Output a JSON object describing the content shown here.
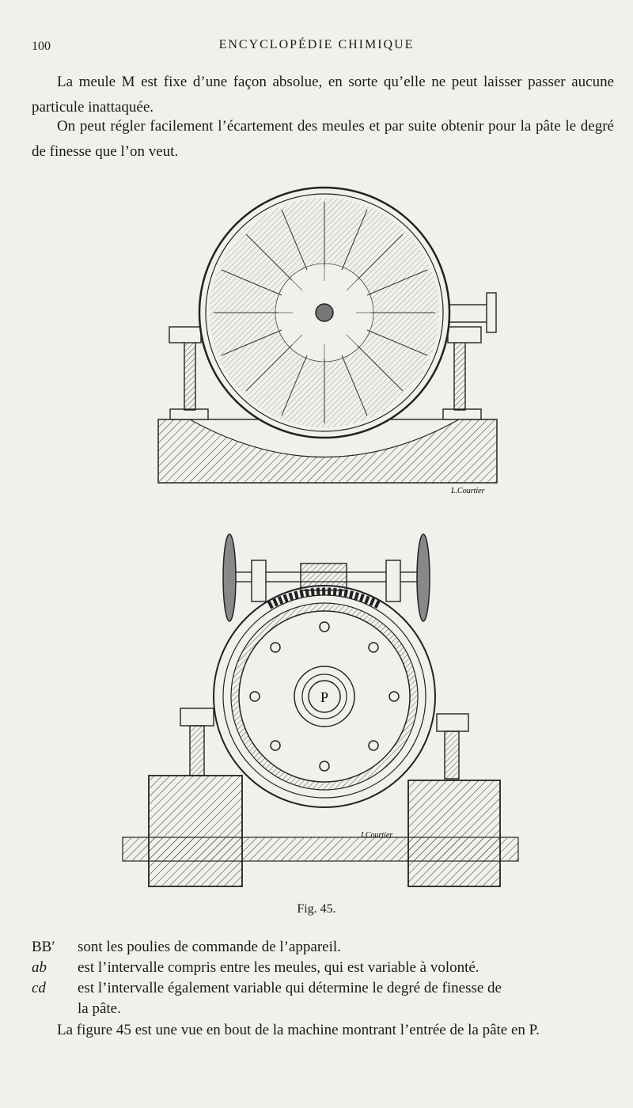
{
  "header": {
    "page_number": "100",
    "running_title": "ENCYCLOPÉDIE CHIMIQUE"
  },
  "paragraphs": [
    "La meule M est fixe d’une façon absolue, en sorte qu’elle ne peut laisser passer aucune particule inattaquée.",
    "On peut régler facilement l’écartement des meules et par suite obtenir pour la pâte le degré de finesse que l’on veut."
  ],
  "figures": {
    "top_signature": "L.Courtier",
    "bottom_signature": "I.Courtier",
    "bottom_label_p": "P",
    "caption": "Fig. 45."
  },
  "legend": [
    {
      "key": "BB′",
      "text": "sont les poulies de commande de l’appareil."
    },
    {
      "key": "ab",
      "text": "est l’intervalle compris entre les meules, qui est variable à volonté."
    },
    {
      "key": "cd",
      "text": "est l’intervalle également variable qui détermine le degré de finesse de",
      "cont": "la pâte."
    }
  ],
  "closing_paragraph": "La figure 45 est une vue en bout de la machine montrant l’entrée de la pâte en P."
}
